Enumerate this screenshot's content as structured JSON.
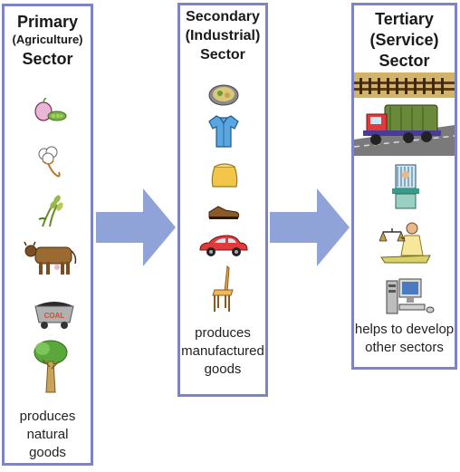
{
  "primary": {
    "title_line1": "Primary",
    "title_line2": "(Agriculture)",
    "title_line3": "Sector",
    "caption_line1": "produces",
    "caption_line2": "natural",
    "caption_line3": "goods"
  },
  "secondary": {
    "title_line1": "Secondary",
    "title_line2": "(Industrial)",
    "title_line3": "Sector",
    "caption_line1": "produces",
    "caption_line2": "manufactured",
    "caption_line3": "goods"
  },
  "tertiary": {
    "title_line1": "Tertiary",
    "title_line2": "(Service)",
    "title_line3": "Sector",
    "caption_line1": "helps to develop",
    "caption_line2": "other sectors"
  },
  "coal_label": "COAL",
  "colors": {
    "border": "#7c84c6",
    "arrow": "#8fa3d8"
  }
}
